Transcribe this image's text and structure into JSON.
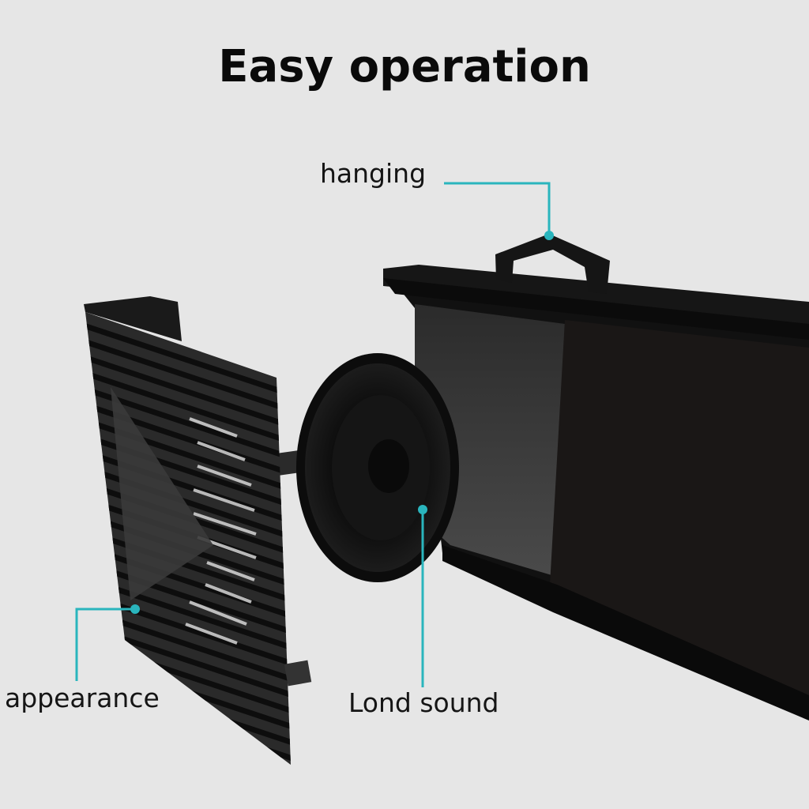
{
  "title": "Easy operation",
  "callouts": [
    {
      "id": "hanging",
      "label": "hanging"
    },
    {
      "id": "appearance",
      "label": "appearance"
    },
    {
      "id": "lond-sound",
      "label": "Lond sound"
    }
  ],
  "colors": {
    "background": "#e6e6e6",
    "accent_line": "#2ab5bd",
    "product": "#141414"
  }
}
